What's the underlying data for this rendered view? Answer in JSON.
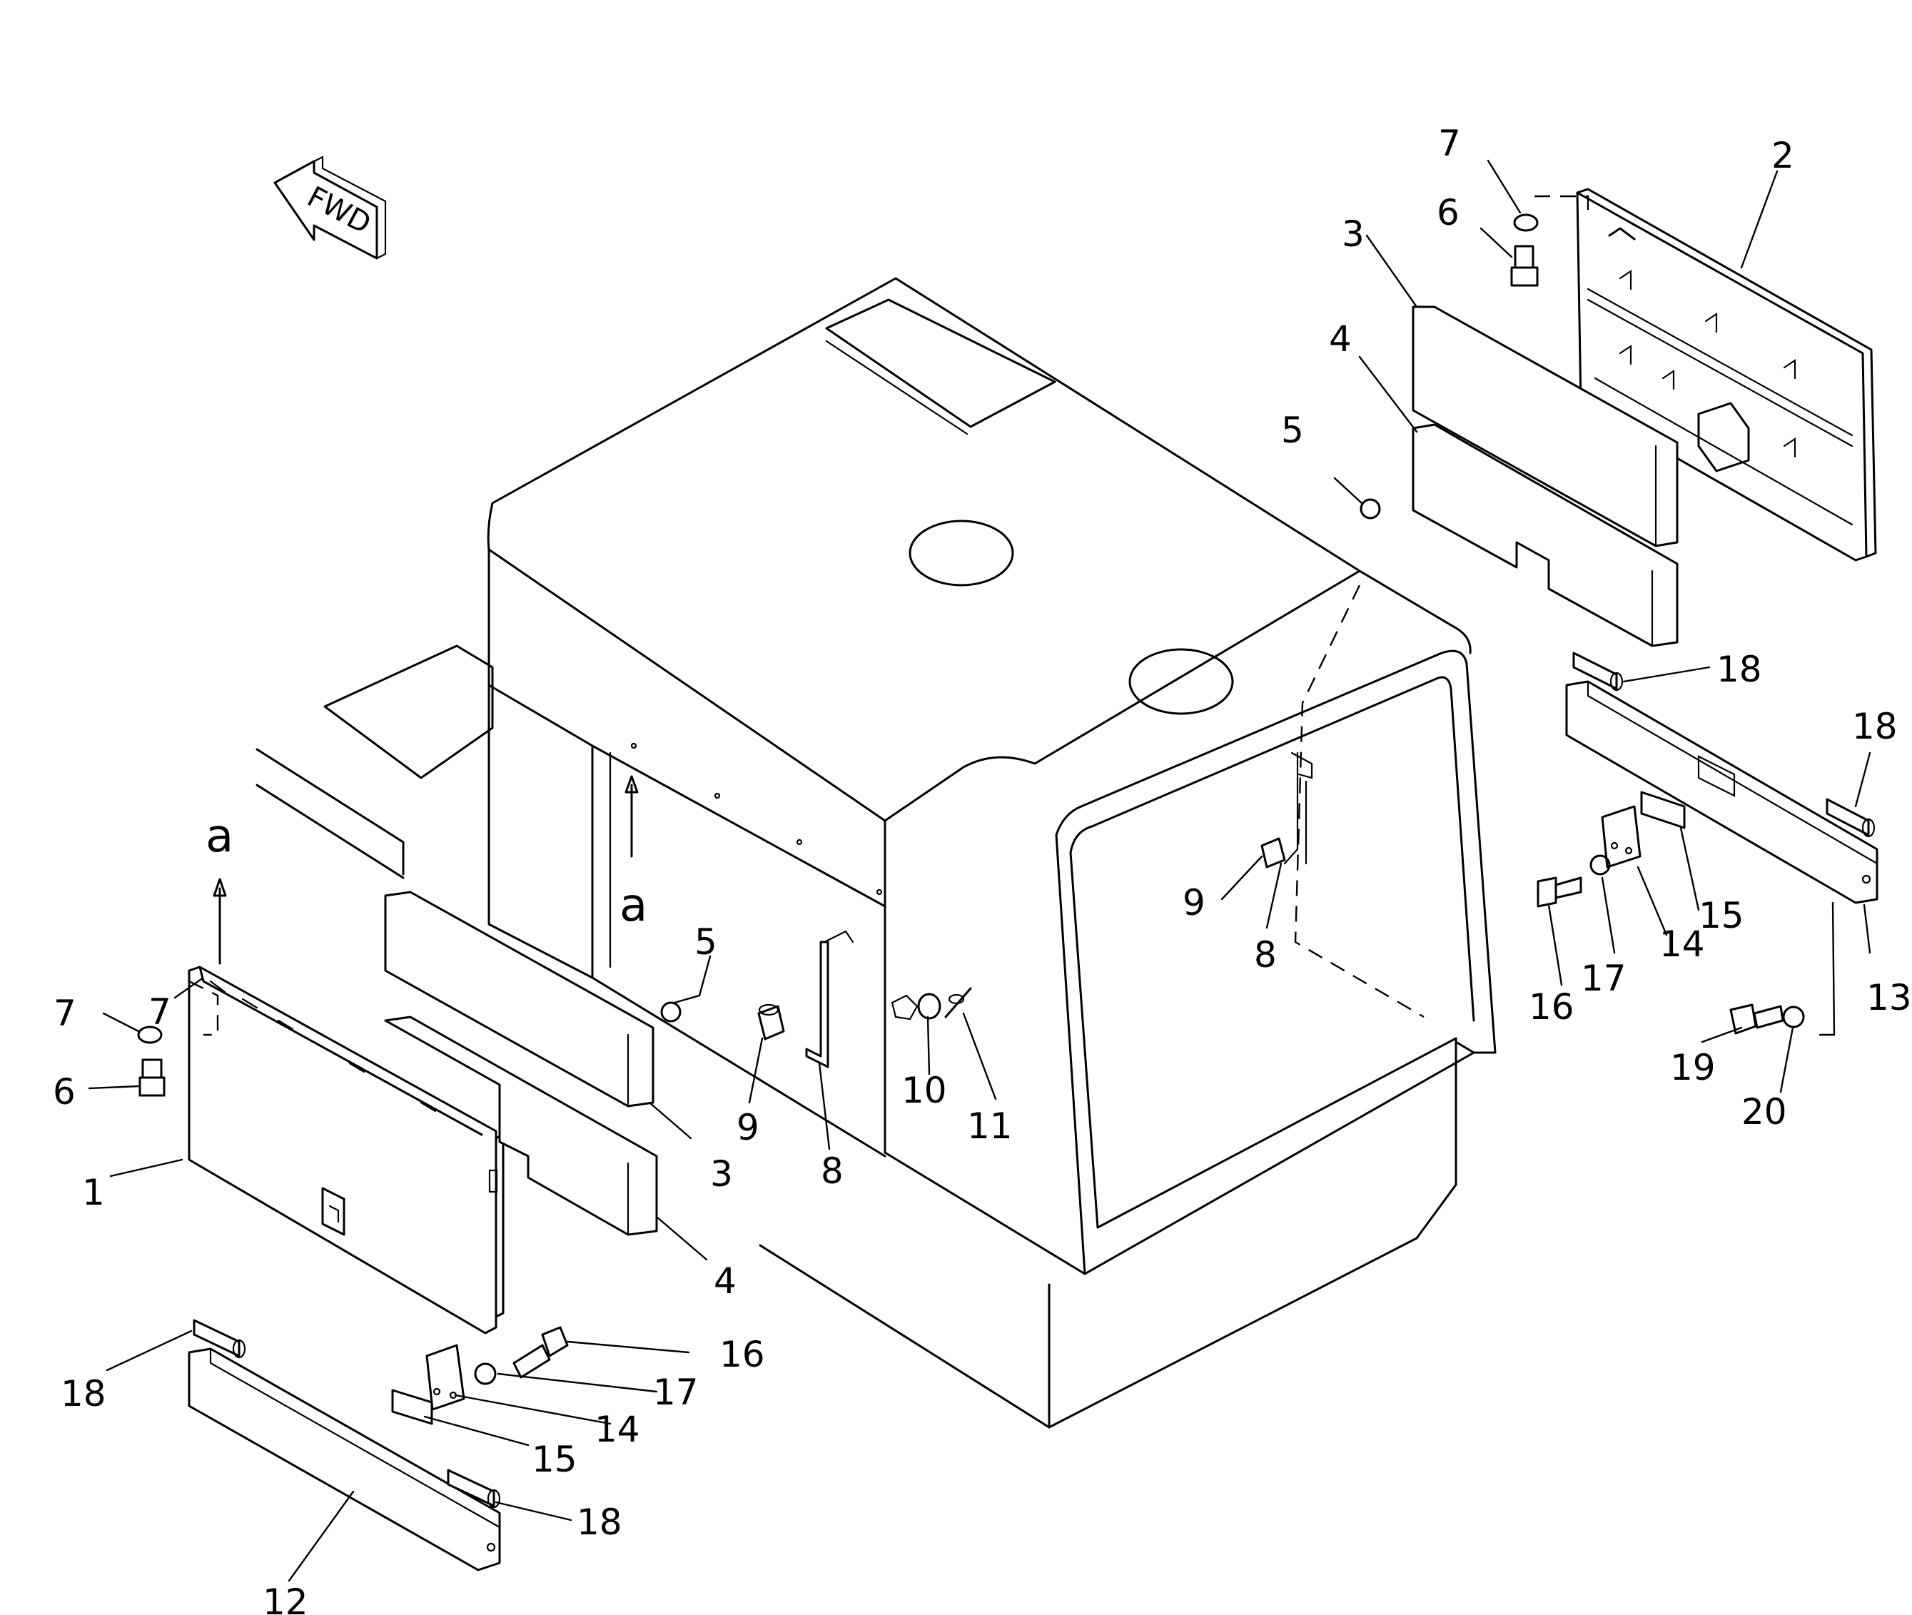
{
  "callouts": {
    "c1": "1",
    "c2": "2",
    "c3_left": "3",
    "c3_right": "3",
    "c4_left": "4",
    "c4_right": "4",
    "c5_left": "5",
    "c5_right": "5",
    "c6_left": "6",
    "c6_right": "6",
    "c7_left_a": "7",
    "c7_left_b": "7",
    "c7_right": "7",
    "c8_left": "8",
    "c8_right": "8",
    "c9_left": "9",
    "c9_right": "9",
    "c10": "10",
    "c11": "11",
    "c12": "12",
    "c13": "13",
    "c14_left": "14",
    "c14_right": "14",
    "c15_left": "15",
    "c15_right": "15",
    "c16_left": "16",
    "c16_right": "16",
    "c17_left": "17",
    "c17_right": "17",
    "c18_left_a": "18",
    "c18_left_b": "18",
    "c18_right_a": "18",
    "c18_right_b": "18",
    "c19": "19",
    "c20": "20"
  },
  "view_markers": {
    "a_left": "a",
    "a_center": "a"
  },
  "direction_arrow": {
    "label": "FWD",
    "icon": "forward-direction-arrow-icon"
  }
}
